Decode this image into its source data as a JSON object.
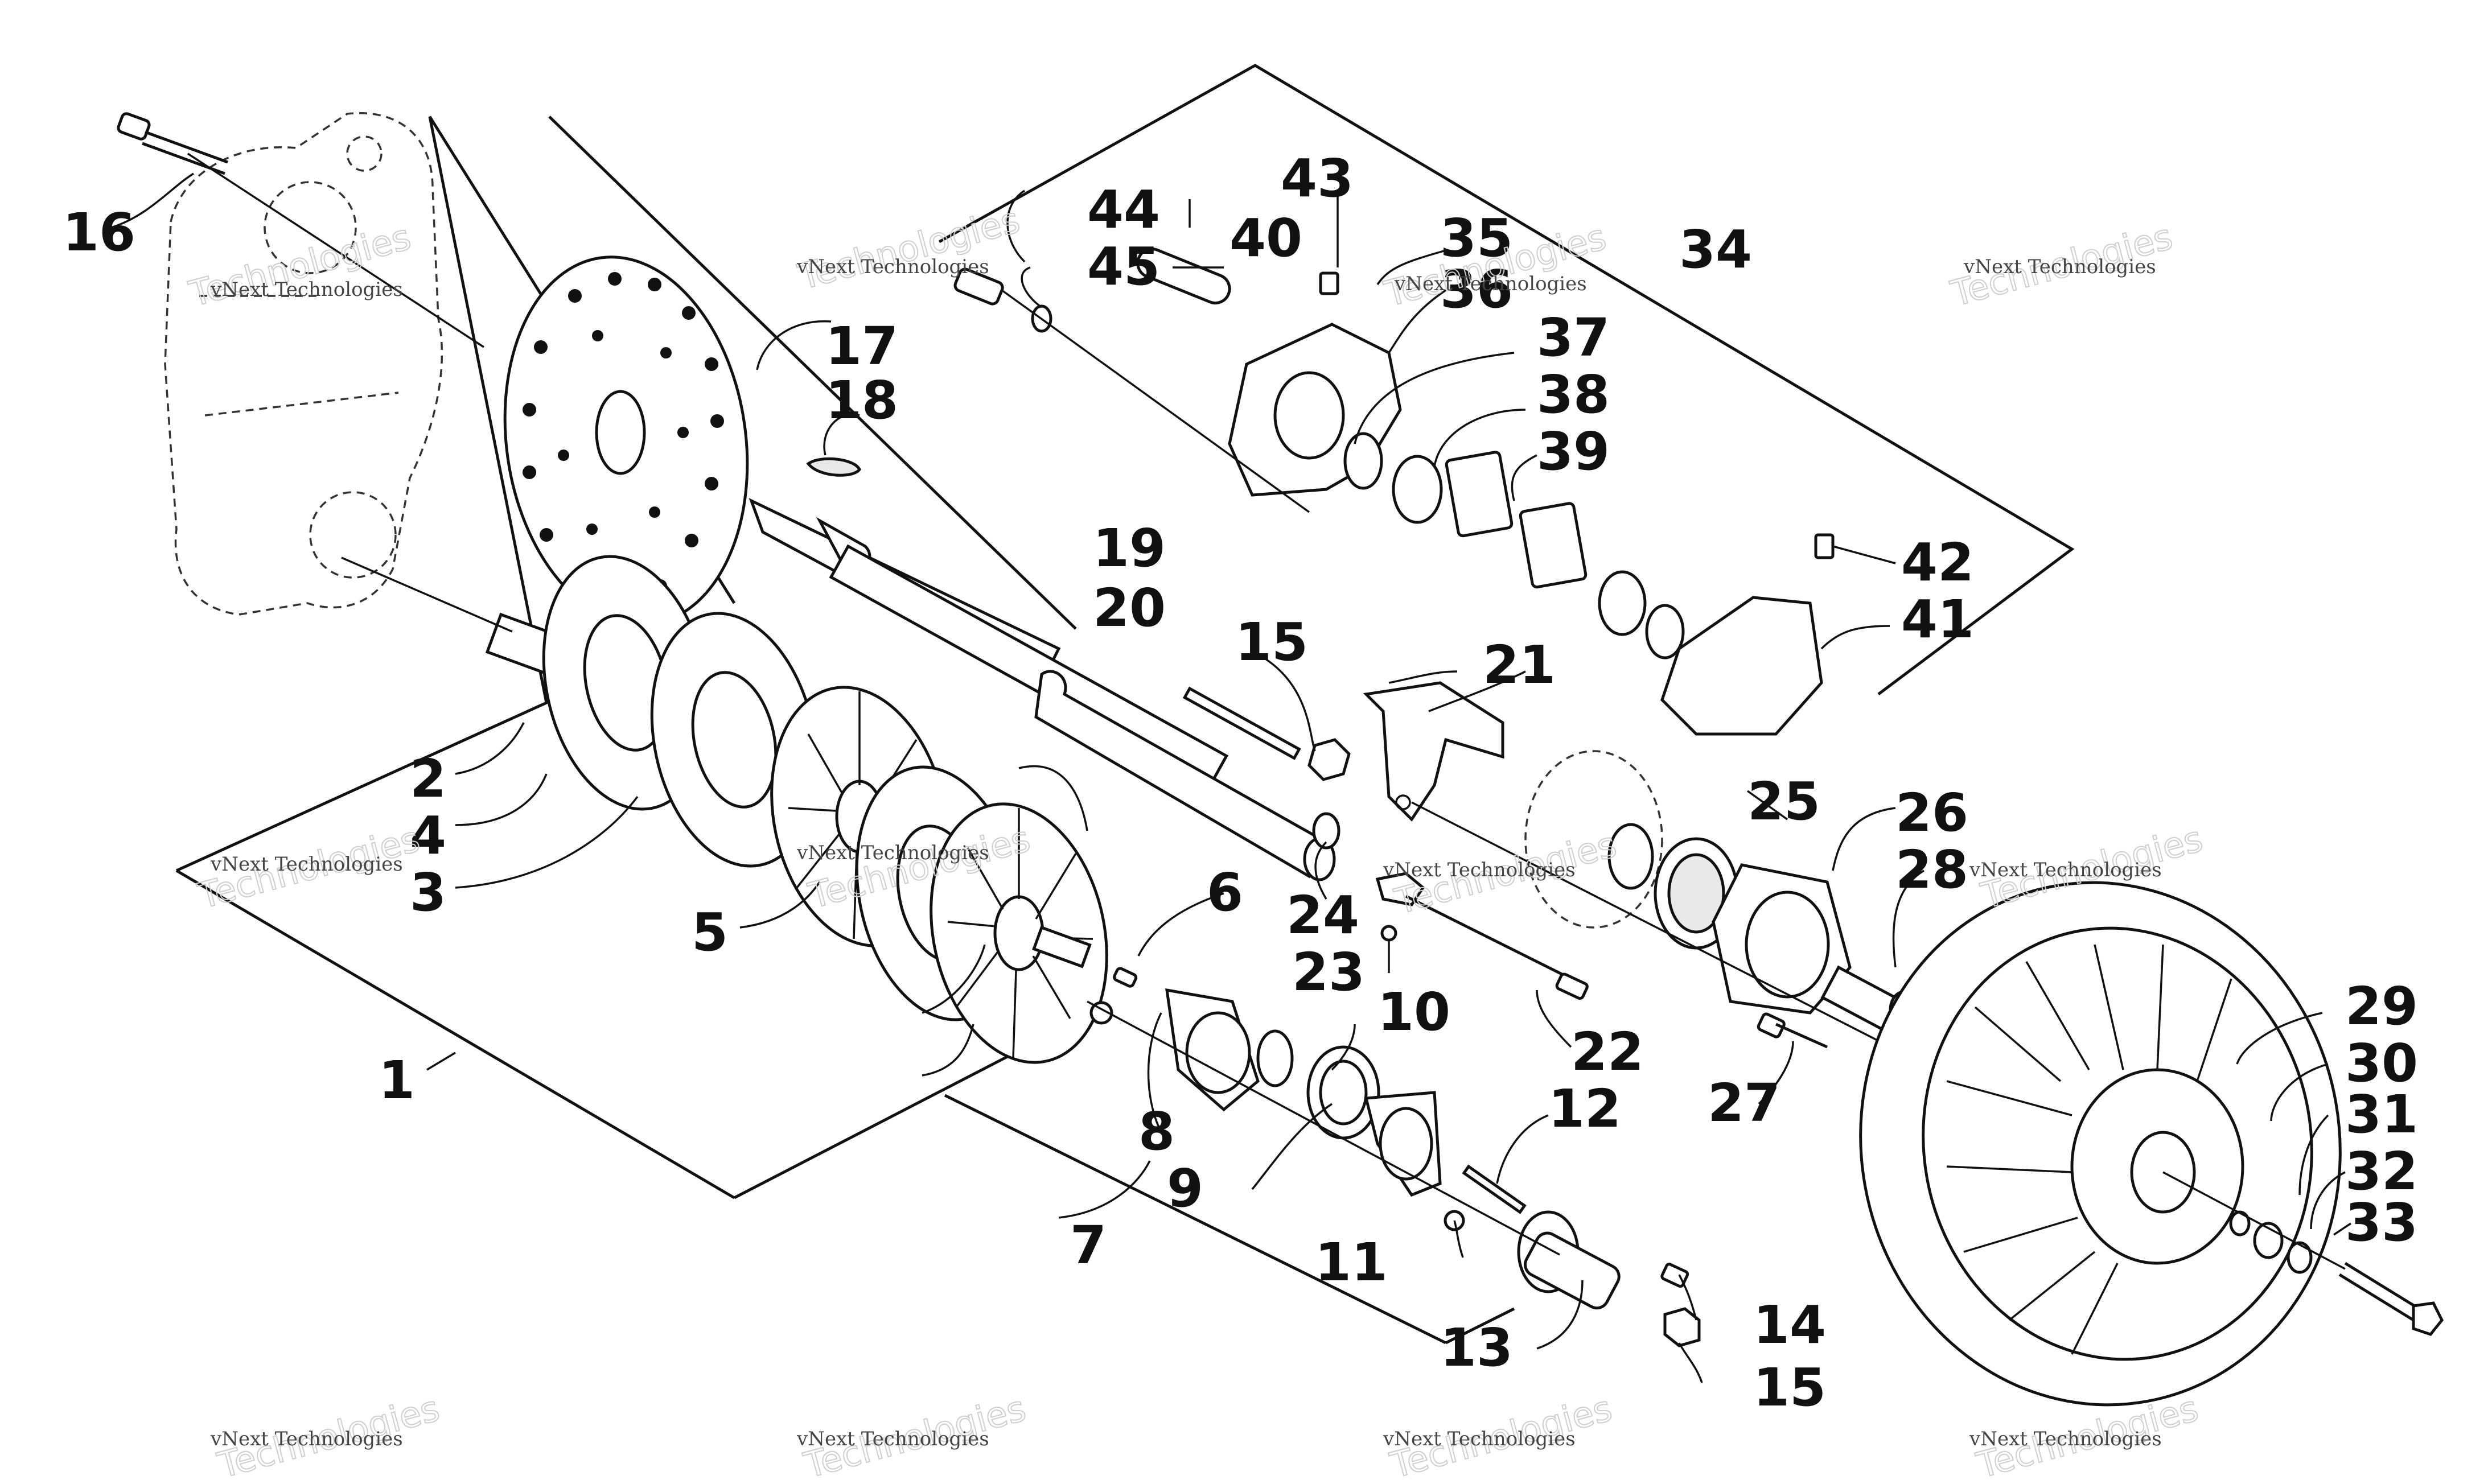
{
  "callouts": [
    "1",
    "2",
    "3",
    "4",
    "5",
    "6",
    "7",
    "8",
    "9",
    "10",
    "11",
    "12",
    "13",
    "14",
    "15",
    "16",
    "17",
    "18",
    "19",
    "20",
    "21",
    "22",
    "23",
    "24",
    "25",
    "26",
    "27",
    "28",
    "29",
    "30",
    "31",
    "32",
    "33",
    "34",
    "35",
    "36",
    "37",
    "38",
    "39",
    "40",
    "41",
    "42",
    "43",
    "44",
    "45"
  ],
  "watermark": {
    "line1": "vNext Technologies",
    "line2": "Technologies"
  }
}
